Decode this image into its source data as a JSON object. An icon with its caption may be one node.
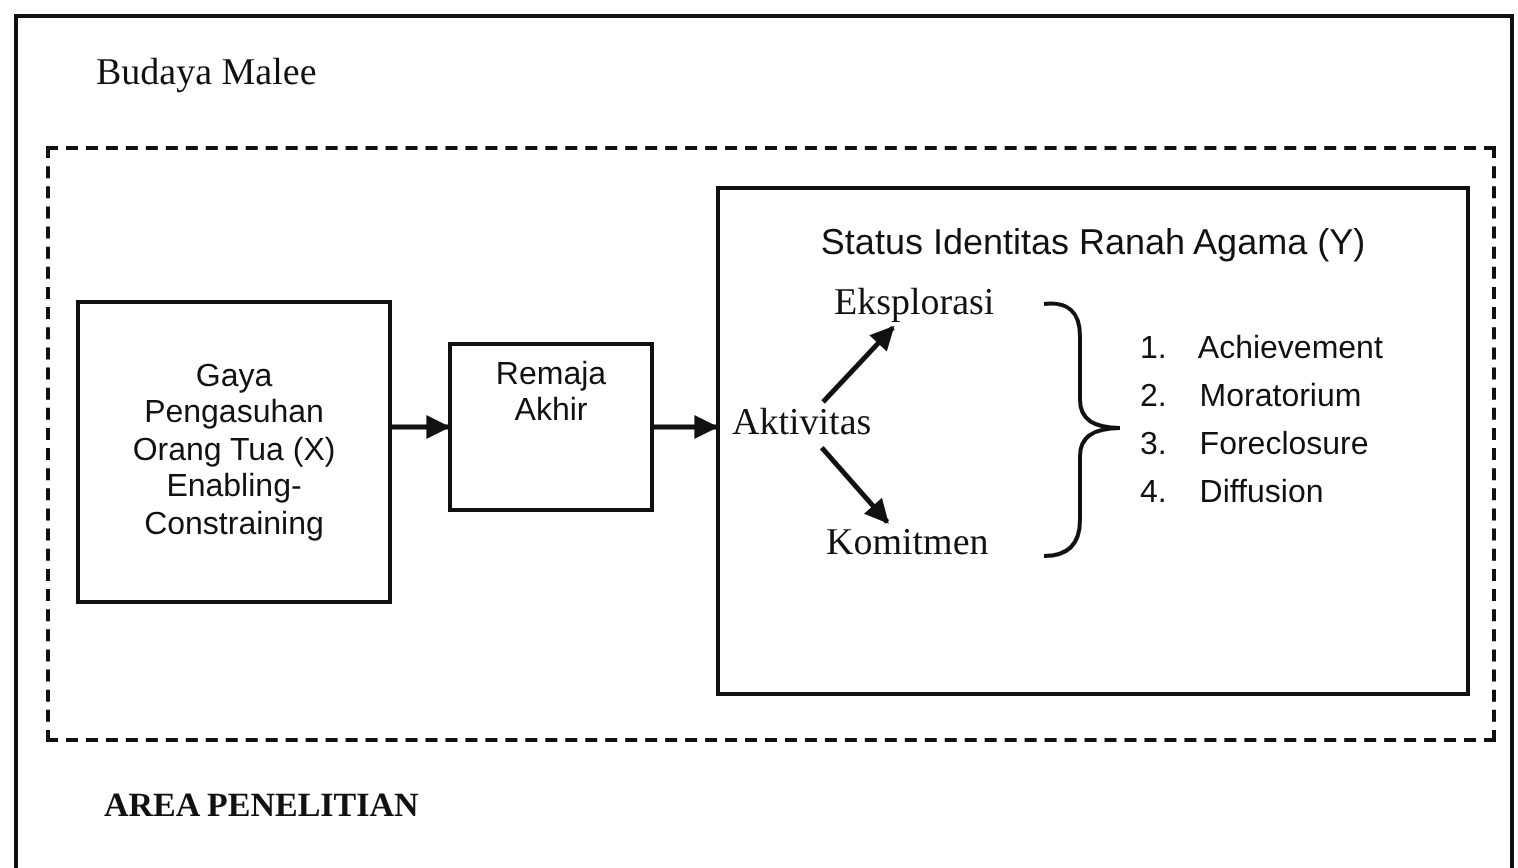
{
  "diagram": {
    "nodes": [
      {
        "text": [
          "Budaya Malee"
        ]
      },
      {
        "text": [
          "AREA PENELITIAN"
        ],
        "in": 0
      },
      {
        "text": [
          "Gaya Pengasuhan Orang Tua (X) Enabling-Constraining"
        ],
        "in": 1
      },
      {
        "text": [
          "Remaja Akhir"
        ],
        "in": 1
      },
      {
        "text": [
          "Status Identitas Ranah Agama (Y)"
        ],
        "in": 1
      },
      {
        "text": [
          "Aktivitas"
        ],
        "in": 4
      },
      {
        "text": [
          "Eksplorasi"
        ],
        "in": 4
      },
      {
        "text": [
          "Komitmen"
        ],
        "in": 4
      }
    ],
    "edges": [
      {
        "from": 2,
        "to": 3,
        "arrow": "to"
      },
      {
        "from": 3,
        "to": 4,
        "arrow": "to"
      },
      {
        "from": 5,
        "to": 6,
        "arrow": "to"
      },
      {
        "from": 5,
        "to": 7,
        "arrow": "to"
      }
    ],
    "labels": [
      "1. Achievement",
      "2. Moratorium",
      "3. Foreclosure",
      "4. Diffusion"
    ]
  }
}
